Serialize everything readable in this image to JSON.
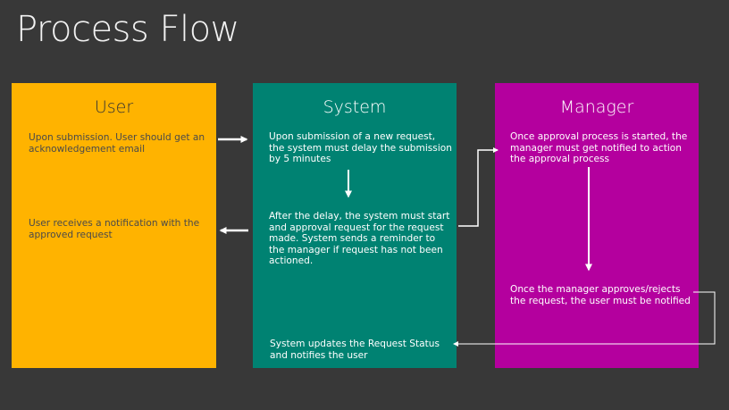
{
  "title": "Process Flow",
  "columns": {
    "user": {
      "title": "User",
      "step1": "Upon submission. User should get an acknowledgement email",
      "step2": "User receives a notification with the approved request"
    },
    "system": {
      "title": "System",
      "step1": "Upon submission of a new request, the system must delay the submission by 5 minutes",
      "step2": "After the delay, the system must start and approval request for the request made. System sends a reminder to the manager if request has not been actioned.",
      "step3": "System updates the Request Status and notifies the user"
    },
    "manager": {
      "title": "Manager",
      "step1": "Once approval process is started, the manager must get notified to action the approval process",
      "step2": "Once the manager approves/rejects the request, the user must be notified"
    }
  },
  "colors": {
    "background": "#383838",
    "user": "#ffb300",
    "system": "#008272",
    "manager": "#b4009e",
    "arrow": "#ffffff"
  }
}
